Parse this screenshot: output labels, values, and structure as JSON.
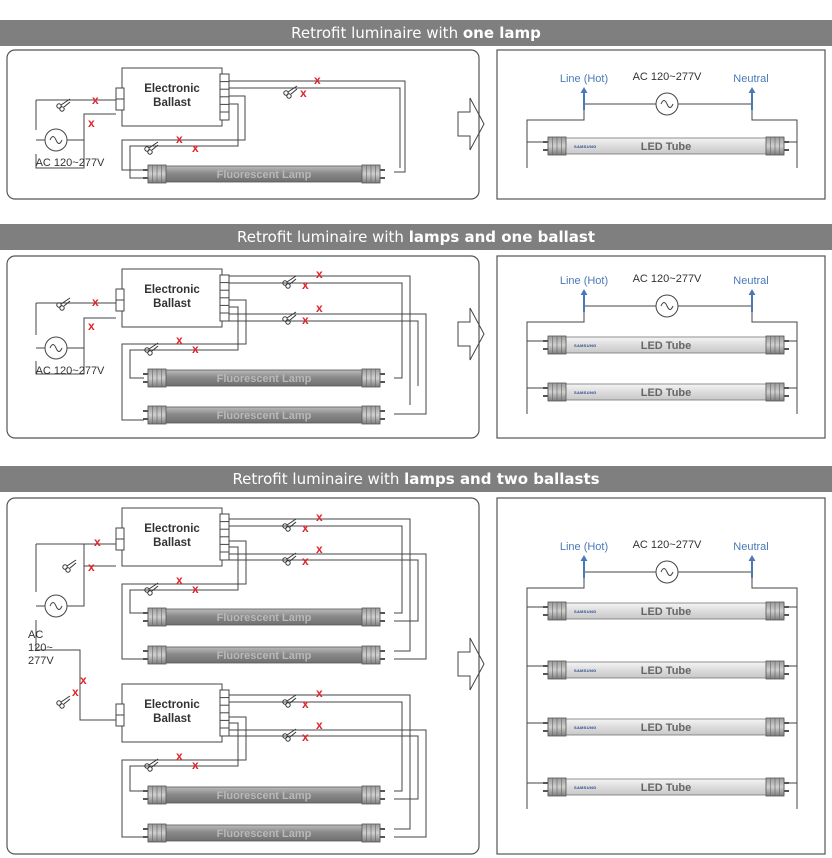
{
  "sections": [
    {
      "title_prefix": "Retrofit luminaire with ",
      "title_bold": "one lamp"
    },
    {
      "title_prefix": "Retrofit luminaire with ",
      "title_bold": "lamps and one ballast"
    },
    {
      "title_prefix": "Retrofit luminaire with ",
      "title_bold": "lamps and two ballasts"
    }
  ],
  "labels": {
    "ballast_line1": "Electronic",
    "ballast_line2": "Ballast",
    "fluorescent": "Fluorescent Lamp",
    "led": "LED Tube",
    "brand": "SAMSUNG",
    "ac_inline": "AC 120~277V",
    "ac_stack_1": "AC",
    "ac_stack_2": "120~",
    "ac_stack_3": "277V",
    "line_hot": "Line (Hot)",
    "neutral": "Neutral",
    "cut_mark": "x"
  },
  "colors": {
    "band": "#7f7f7f",
    "cut": "#e0242a",
    "terminal_label": "#4a79b8",
    "fluorescent_tube": "#8a8a8a",
    "led_tube": "#e4e4e4"
  }
}
